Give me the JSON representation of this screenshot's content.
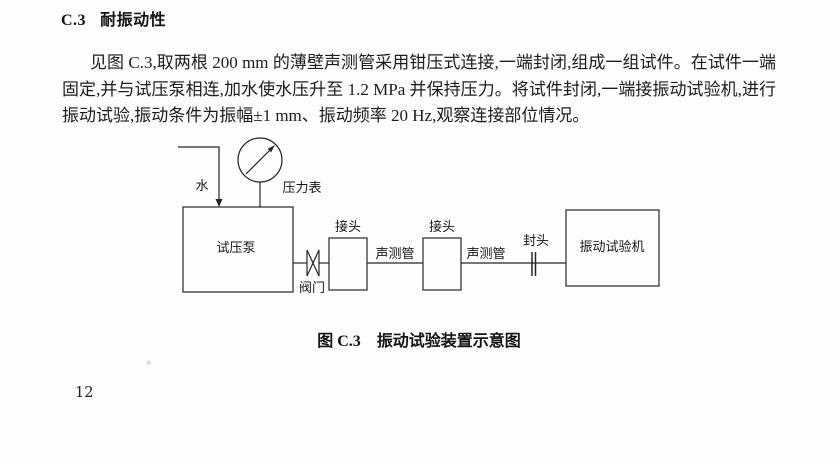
{
  "heading": {
    "number": "C.3",
    "title": "耐振动性"
  },
  "paragraph": {
    "line1": "见图 C.3,取两根 200 mm 的薄壁声测管采用钳压式连接,一端封闭,组成一组试件。在试件一端",
    "line2": "固定,并与试压泵相连,加水使水压升至 1.2 MPa 并保持压力。将试件封闭,一端接振动试验机,进行",
    "line3": "振动试验,振动条件为振幅±1 mm、振动频率 20 Hz,观察连接部位情况。"
  },
  "figure": {
    "caption_prefix": "图 C.3",
    "caption_title": "振动试验装置示意图",
    "labels": {
      "water": "水",
      "pressure_gauge": "压力表",
      "test_pump": "试压泵",
      "valve": "阀门",
      "joint1": "接头",
      "joint2": "接头",
      "pipe1": "声测管",
      "pipe2": "声测管",
      "end_cap": "封头",
      "vibration_machine": "振动试验机"
    }
  },
  "page_number": "12",
  "colors": {
    "ink": "#1c1c1c",
    "line": "#262626",
    "background": "#fdfdfd"
  }
}
